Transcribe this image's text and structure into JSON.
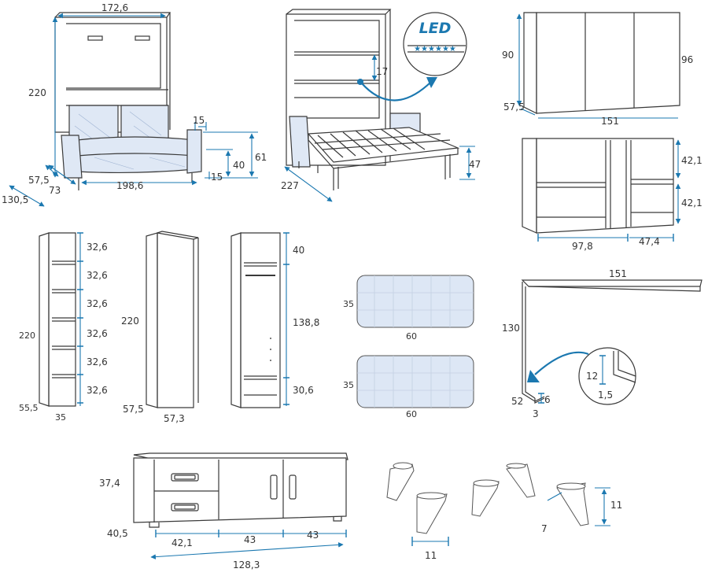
{
  "colors": {
    "dimension_line": "#1b78b0",
    "outline": "#3a3a3a",
    "fabric": "#dfe8f5",
    "background": "#ffffff"
  },
  "icons": {
    "led_label": "LED",
    "led_stars": "★★★★★★"
  },
  "wallbed_sofa": {
    "width": "172,6",
    "height": "220",
    "arm_width": "15",
    "arm_height": "40",
    "floor_gap": "15",
    "total_height": "61",
    "sofa_width": "198,6",
    "depth_closed": "57,5",
    "depth_seat": "73",
    "depth_open": "130,5"
  },
  "wallbed_open": {
    "shelf_gap": "17",
    "bed_height": "47",
    "bed_length": "227"
  },
  "wall_cabinet": {
    "height": "90",
    "total_height": "96",
    "depth": "57,5",
    "width": "151"
  },
  "low_bookcase": {
    "shelf_height_top": "42,1",
    "shelf_height_bottom": "42,1",
    "width_main": "97,8",
    "width_side": "47,4"
  },
  "shelf_unit": {
    "height": "220",
    "depth": "55,5",
    "width": "35",
    "gaps": [
      "32,6",
      "32,6",
      "32,6",
      "32,6",
      "32,6",
      "32,6"
    ]
  },
  "wardrobe": {
    "height": "220",
    "depth": "57,5",
    "width": "57,3"
  },
  "open_wardrobe": {
    "top": "40",
    "middle": "138,8",
    "bottom": "30,6"
  },
  "cushions": [
    {
      "height": "35",
      "width": "60"
    },
    {
      "height": "35",
      "width": "60"
    }
  ],
  "desk": {
    "width": "151",
    "height": "130",
    "depth": "52",
    "foot_height": "6",
    "foot_width": "3",
    "detail_height": "12",
    "detail_thickness": "1,5"
  },
  "tv_unit": {
    "height": "37,4",
    "depth": "40,5",
    "drawer_width": "42,1",
    "door_width_1": "43",
    "door_width_2": "43",
    "total_width": "128,3"
  },
  "legs": {
    "height": "11",
    "width": "11",
    "top_diameter": "7"
  }
}
